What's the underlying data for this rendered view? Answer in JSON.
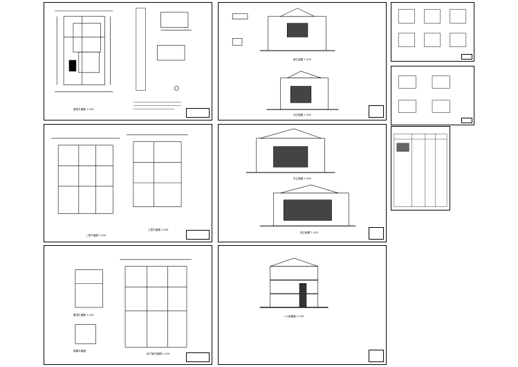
{
  "sheets": [
    {
      "id": "s1",
      "captions": [
        "首层平面图 1:100"
      ]
    },
    {
      "id": "s2",
      "captions": [
        "南立面图 1:100",
        "北立面图 1:100"
      ]
    },
    {
      "id": "s3",
      "captions": [
        "二层平面图 1:100",
        "三层平面图 1:100"
      ]
    },
    {
      "id": "s4",
      "captions": [
        "东立面图 1:100",
        "西立面图 1:100"
      ]
    },
    {
      "id": "s5",
      "captions": [
        "屋顶平面图 1:100",
        "阁楼平面图",
        "地下室平面图 1:100"
      ]
    },
    {
      "id": "s6",
      "captions": [
        "1-1剖面图 1:100"
      ]
    },
    {
      "id": "s7",
      "captions": []
    },
    {
      "id": "s8",
      "captions": []
    },
    {
      "id": "s9",
      "captions": []
    }
  ]
}
